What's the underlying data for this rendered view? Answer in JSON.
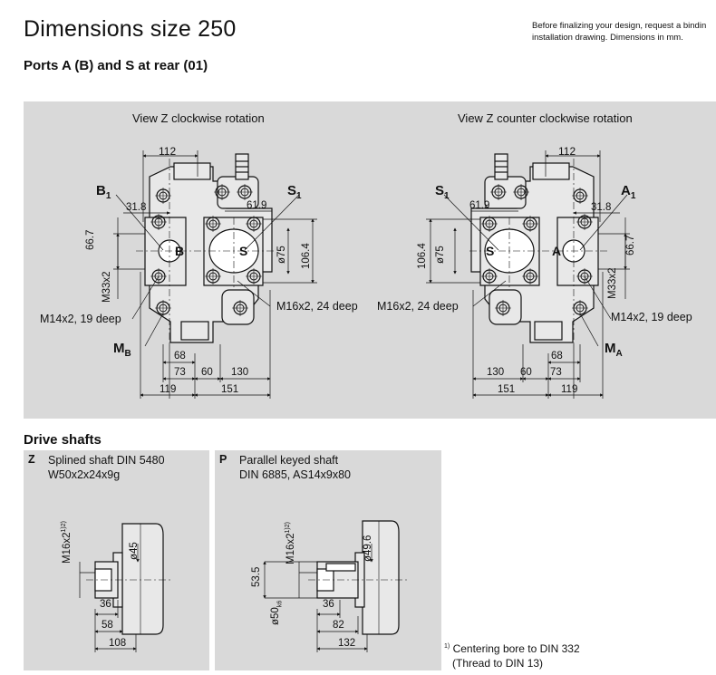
{
  "header": {
    "title": "Dimensions size 250",
    "subtitle": "Ports A (B) and S at rear (01)",
    "note_line1": "Before finalizing your design, request a bindin",
    "note_line2": "installation drawing. Dimensions in mm."
  },
  "views": {
    "left": {
      "caption": "View Z clockwise rotation",
      "port_top_left": "B",
      "port_top_left_sub": "1",
      "port_top_right": "S",
      "port_top_right_sub": "1",
      "port_center_left": "B",
      "port_center_right": "S",
      "port_bottom": "M",
      "port_bottom_sub": "B",
      "callout_thread1": "M14x2, 19 deep",
      "callout_thread2": "M16x2, 24 deep",
      "dims": {
        "d112": "112",
        "d31_8": "31.8",
        "d61_9": "61.9",
        "d66_7": "66.7",
        "dM33": "M33x2",
        "d75": "ø75",
        "d106_4": "106.4",
        "d68": "68",
        "d73": "73",
        "d60": "60",
        "d130": "130",
        "d119": "119",
        "d151": "151"
      }
    },
    "right": {
      "caption": "View Z counter clockwise rotation",
      "port_top_left": "S",
      "port_top_left_sub": "1",
      "port_top_right": "A",
      "port_top_right_sub": "1",
      "port_center_left": "S",
      "port_center_right": "A",
      "port_bottom": "M",
      "port_bottom_sub": "A",
      "callout_thread1": "M14x2, 19 deep",
      "callout_thread2": "M16x2, 24 deep",
      "dims": {
        "d112": "112",
        "d31_8": "31.8",
        "d61_9": "61.9",
        "d66_7": "66.7",
        "dM33": "M33x2",
        "d75": "ø75",
        "d106_4": "106.4",
        "d68": "68",
        "d73": "73",
        "d60": "60",
        "d130": "130",
        "d119": "119",
        "d151": "151"
      }
    }
  },
  "drive_shafts": {
    "heading": "Drive shafts",
    "z": {
      "letter": "Z",
      "line1": "Splined shaft DIN 5480",
      "line2": "W50x2x24x9g",
      "thread": "M16x2",
      "thread_sup": "1)2)",
      "dia": "ø45",
      "d36": "36",
      "d58": "58",
      "d108": "108"
    },
    "p": {
      "letter": "P",
      "line1": "Parallel keyed shaft",
      "line2": "DIN 6885, AS14x9x80",
      "thread": "M16x2",
      "thread_sup": "1)2)",
      "dia": "ø49.6",
      "d53_5": "53.5",
      "d50": "ø50",
      "d50_sub": "k6",
      "d36": "36",
      "d82": "82",
      "d132": "132"
    },
    "footnote_mark": "1)",
    "footnote_line1": "Centering bore to DIN 332",
    "footnote_line2": "(Thread to DIN 13)"
  }
}
